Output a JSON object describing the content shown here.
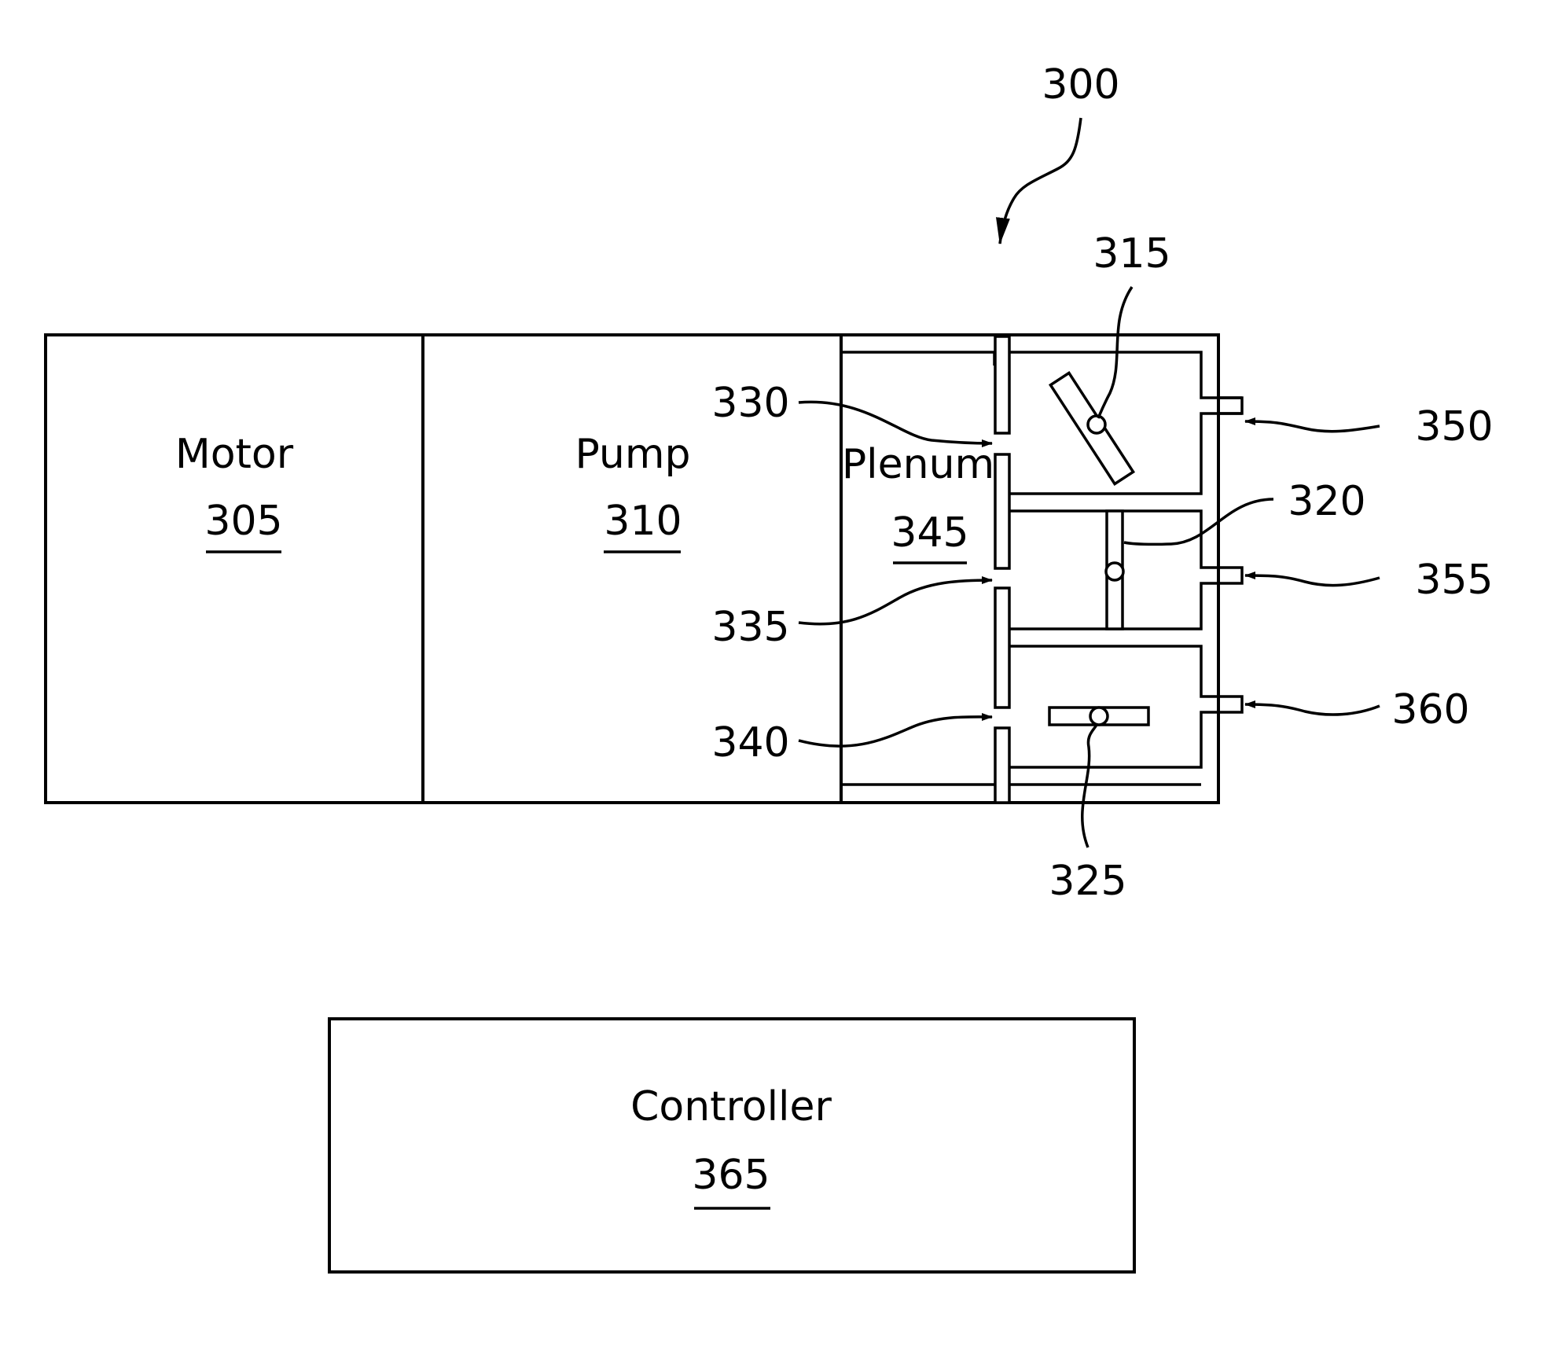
{
  "figure": {
    "ref": "300",
    "motor": {
      "label": "Motor",
      "number": "305"
    },
    "pump": {
      "label": "Pump",
      "number": "310"
    },
    "plenum": {
      "label": "Plenum",
      "number": "345"
    },
    "controller": {
      "label": "Controller",
      "number": "365"
    },
    "callouts": {
      "c315": "315",
      "c320": "320",
      "c325": "325",
      "c330": "330",
      "c335": "335",
      "c340": "340",
      "c350": "350",
      "c355": "355",
      "c360": "360"
    }
  }
}
